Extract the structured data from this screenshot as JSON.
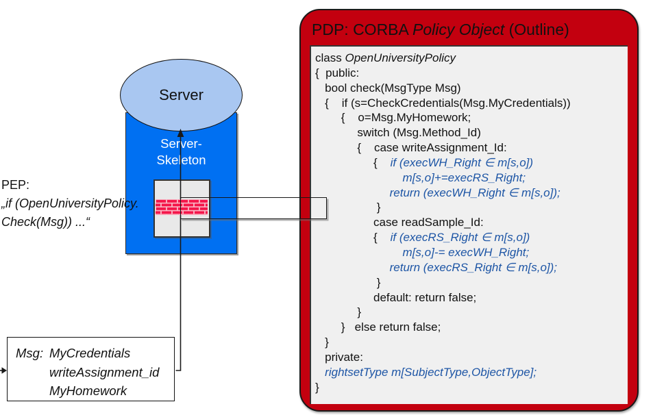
{
  "diagram": {
    "pep": {
      "title": "PEP:",
      "quote_line1": "„if (OpenUniversityPolicy.",
      "quote_line2": "Check(Msg)) ...“"
    },
    "server": {
      "label": "Server"
    },
    "skeleton": {
      "line1": "Server-",
      "line2": "Skeleton"
    },
    "msg": {
      "label": "Msg:",
      "items": [
        "MyCredentials",
        "writeAssignment_id",
        "MyHomework"
      ]
    },
    "pdp": {
      "title_segments": [
        {
          "t": "PDP: CORBA ",
          "s": "n"
        },
        {
          "t": "Policy Object",
          "s": "i"
        },
        {
          "t": " (Outline)",
          "s": "n"
        }
      ],
      "code_lines": [
        [
          {
            "t": "class ",
            "s": "n"
          },
          {
            "t": "OpenUniversityPolicy",
            "s": "i"
          }
        ],
        [
          {
            "t": "{  public:",
            "s": "n"
          }
        ],
        [
          {
            "t": "   bool check(MsgType Msg)",
            "s": "n"
          }
        ],
        [
          {
            "t": "   {    if (s=CheckCredentials(Msg.MyCredentials))",
            "s": "n"
          }
        ],
        [
          {
            "t": "        {    o=Msg.MyHomework;",
            "s": "n"
          }
        ],
        [
          {
            "t": "             switch (Msg.Method_Id)",
            "s": "n"
          }
        ],
        [
          {
            "t": "             {    case writeAssignment_Id:",
            "s": "n"
          }
        ],
        [
          {
            "t": "                  {    ",
            "s": "n"
          },
          {
            "t": "if (execWH_Right ∈ m[s,o])",
            "s": "b"
          }
        ],
        [
          {
            "t": "                           ",
            "s": "n"
          },
          {
            "t": "m[s,o]+=execRS_Right;",
            "s": "b"
          }
        ],
        [
          {
            "t": "                       ",
            "s": "n"
          },
          {
            "t": "return (execWH_Right ∈ m[s,o]);",
            "s": "b"
          }
        ],
        [
          {
            "t": "                   }",
            "s": "n"
          }
        ],
        [
          {
            "t": "                  case readSample_Id:",
            "s": "n"
          }
        ],
        [
          {
            "t": "                  {    ",
            "s": "n"
          },
          {
            "t": "if (execRS_Right ∈ m[s,o])",
            "s": "b"
          }
        ],
        [
          {
            "t": "                           ",
            "s": "n"
          },
          {
            "t": "m[s,o]-= execWH_Right;",
            "s": "b"
          }
        ],
        [
          {
            "t": "                       ",
            "s": "n"
          },
          {
            "t": "return (execRS_Right ∈ m[s,o]);",
            "s": "b"
          }
        ],
        [
          {
            "t": "                   }",
            "s": "n"
          }
        ],
        [
          {
            "t": "                  default: return false;",
            "s": "n"
          }
        ],
        [
          {
            "t": "             }",
            "s": "n"
          }
        ],
        [
          {
            "t": "        }   else return false;",
            "s": "n"
          }
        ],
        [
          {
            "t": "   }",
            "s": "n"
          }
        ],
        [
          {
            "t": "   private:",
            "s": "n"
          }
        ],
        [
          {
            "t": "   ",
            "s": "n"
          },
          {
            "t": "rightsetType m[SubjectType,ObjectType];",
            "s": "b"
          }
        ],
        [
          {
            "t": "}",
            "s": "n"
          }
        ]
      ]
    },
    "colors": {
      "pdp_red": "#c3000f",
      "skeleton_blue": "#0070f2",
      "server_fill": "#a9c7f1",
      "panel_gray": "#f0f0f0",
      "box_gray": "#e9e9e9",
      "code_blue": "#1d55a5",
      "brick_red": "#f4164a",
      "brick_mortar": "#f9b8c6"
    }
  }
}
